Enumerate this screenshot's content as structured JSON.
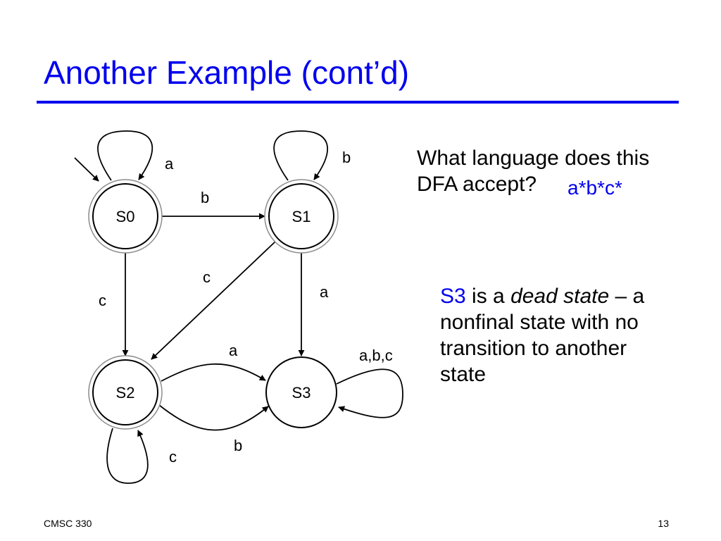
{
  "slide": {
    "title": "Another Example (cont’d)",
    "question_line1": "What language does this",
    "question_line2": "DFA accept?",
    "answer": "a*b*c*",
    "note": {
      "term_state": "S3",
      "text_is_a": " is a ",
      "term_dead": "dead state",
      "text_dash": " – a",
      "line2": "nonfinal state with no",
      "line3": "transition to another",
      "line4": "state"
    },
    "footer_course": "CMSC 330",
    "footer_page": "13"
  },
  "dfa": {
    "states": [
      {
        "id": "S0",
        "label": "S0",
        "accepting": true,
        "start": true
      },
      {
        "id": "S1",
        "label": "S1",
        "accepting": true,
        "start": false
      },
      {
        "id": "S2",
        "label": "S2",
        "accepting": true,
        "start": false
      },
      {
        "id": "S3",
        "label": "S3",
        "accepting": false,
        "start": false
      }
    ],
    "transitions": [
      {
        "from": "S0",
        "to": "S0",
        "label": "a"
      },
      {
        "from": "S0",
        "to": "S1",
        "label": "b"
      },
      {
        "from": "S0",
        "to": "S2",
        "label": "c"
      },
      {
        "from": "S1",
        "to": "S1",
        "label": "b"
      },
      {
        "from": "S1",
        "to": "S2",
        "label": "c"
      },
      {
        "from": "S1",
        "to": "S3",
        "label": "a"
      },
      {
        "from": "S2",
        "to": "S3",
        "label": "a"
      },
      {
        "from": "S2",
        "to": "S3",
        "label": "b"
      },
      {
        "from": "S2",
        "to": "S2",
        "label": "c"
      },
      {
        "from": "S3",
        "to": "S3",
        "label": "a,b,c"
      }
    ]
  },
  "colors": {
    "accent": "#0000ee",
    "text": "#000000",
    "state_ring": "#8c8c8c"
  }
}
